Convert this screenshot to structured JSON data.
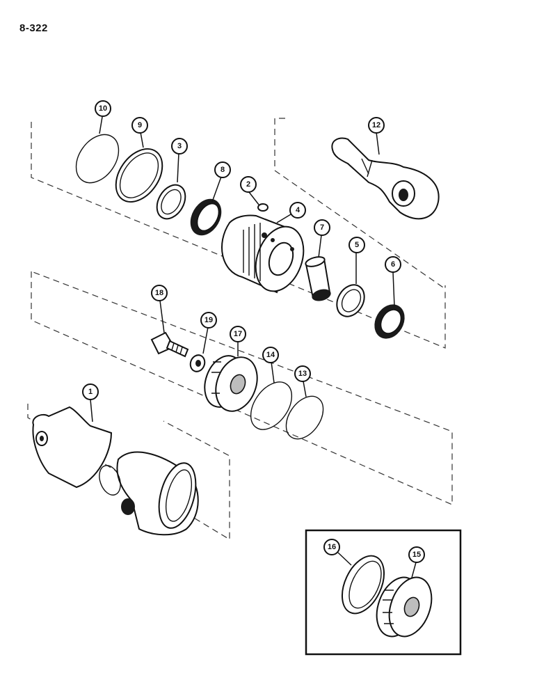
{
  "page_ref": "8-322",
  "callouts": [
    {
      "id": "c10",
      "label": "10"
    },
    {
      "id": "c9",
      "label": "9"
    },
    {
      "id": "c3",
      "label": "3"
    },
    {
      "id": "c8",
      "label": "8"
    },
    {
      "id": "c2",
      "label": "2"
    },
    {
      "id": "c4",
      "label": "4"
    },
    {
      "id": "c12",
      "label": "12"
    },
    {
      "id": "c7",
      "label": "7"
    },
    {
      "id": "c5",
      "label": "5"
    },
    {
      "id": "c6",
      "label": "6"
    },
    {
      "id": "c18",
      "label": "18"
    },
    {
      "id": "c19",
      "label": "19"
    },
    {
      "id": "c17",
      "label": "17"
    },
    {
      "id": "c14",
      "label": "14"
    },
    {
      "id": "c13",
      "label": "13"
    },
    {
      "id": "c1",
      "label": "1"
    },
    {
      "id": "c16",
      "label": "16"
    },
    {
      "id": "c15",
      "label": "15"
    }
  ]
}
